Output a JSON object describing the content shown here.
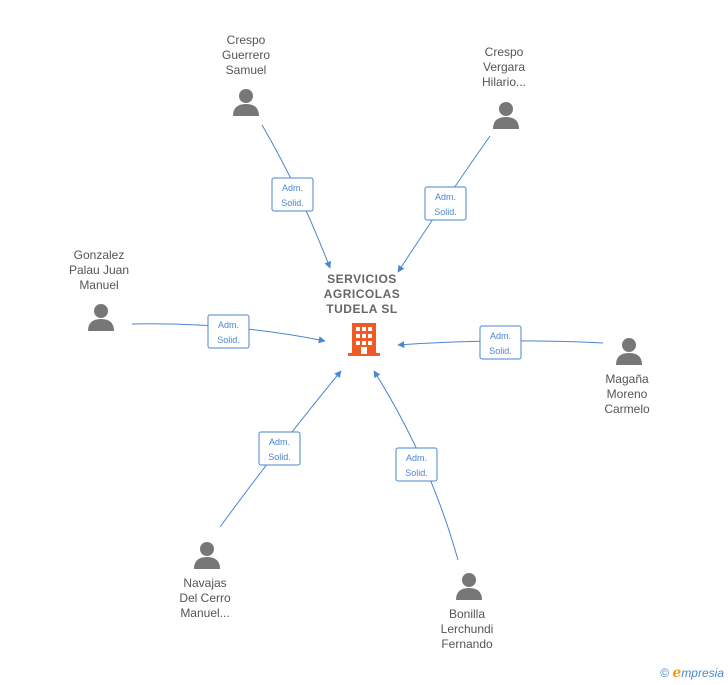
{
  "center": {
    "label_lines": [
      "SERVICIOS",
      "AGRICOLAS",
      "TUDELA SL"
    ],
    "icon": "building-icon",
    "color": "#f05a24"
  },
  "nodes": [
    {
      "id": "crespo-guerrero",
      "label_lines": [
        "Crespo",
        "Guerrero",
        "Samuel"
      ],
      "icon": "person-icon",
      "edge_label_lines": [
        "Adm.",
        "Solid."
      ]
    },
    {
      "id": "crespo-vergara",
      "label_lines": [
        "Crespo",
        "Vergara",
        "Hilario..."
      ],
      "icon": "person-icon",
      "edge_label_lines": [
        "Adm.",
        "Solid."
      ]
    },
    {
      "id": "gonzalez-palau",
      "label_lines": [
        "Gonzalez",
        "Palau Juan",
        "Manuel"
      ],
      "icon": "person-icon",
      "edge_label_lines": [
        "Adm.",
        "Solid."
      ]
    },
    {
      "id": "magana-moreno",
      "label_lines": [
        "Magaña",
        "Moreno",
        "Carmelo"
      ],
      "icon": "person-icon",
      "edge_label_lines": [
        "Adm.",
        "Solid."
      ]
    },
    {
      "id": "navajas-del-cerro",
      "label_lines": [
        "Navajas",
        "Del Cerro",
        "Manuel..."
      ],
      "icon": "person-icon",
      "edge_label_lines": [
        "Adm.",
        "Solid."
      ]
    },
    {
      "id": "bonilla-lerchundi",
      "label_lines": [
        "Bonilla",
        "Lerchundi",
        "Fernando"
      ],
      "icon": "person-icon",
      "edge_label_lines": [
        "Adm.",
        "Solid."
      ]
    }
  ],
  "footer": {
    "copyright": "©",
    "brand_initial": "e",
    "brand_rest": "mpresia"
  },
  "colors": {
    "edge": "#4a86d0",
    "person": "#777777",
    "label": "#555555"
  }
}
